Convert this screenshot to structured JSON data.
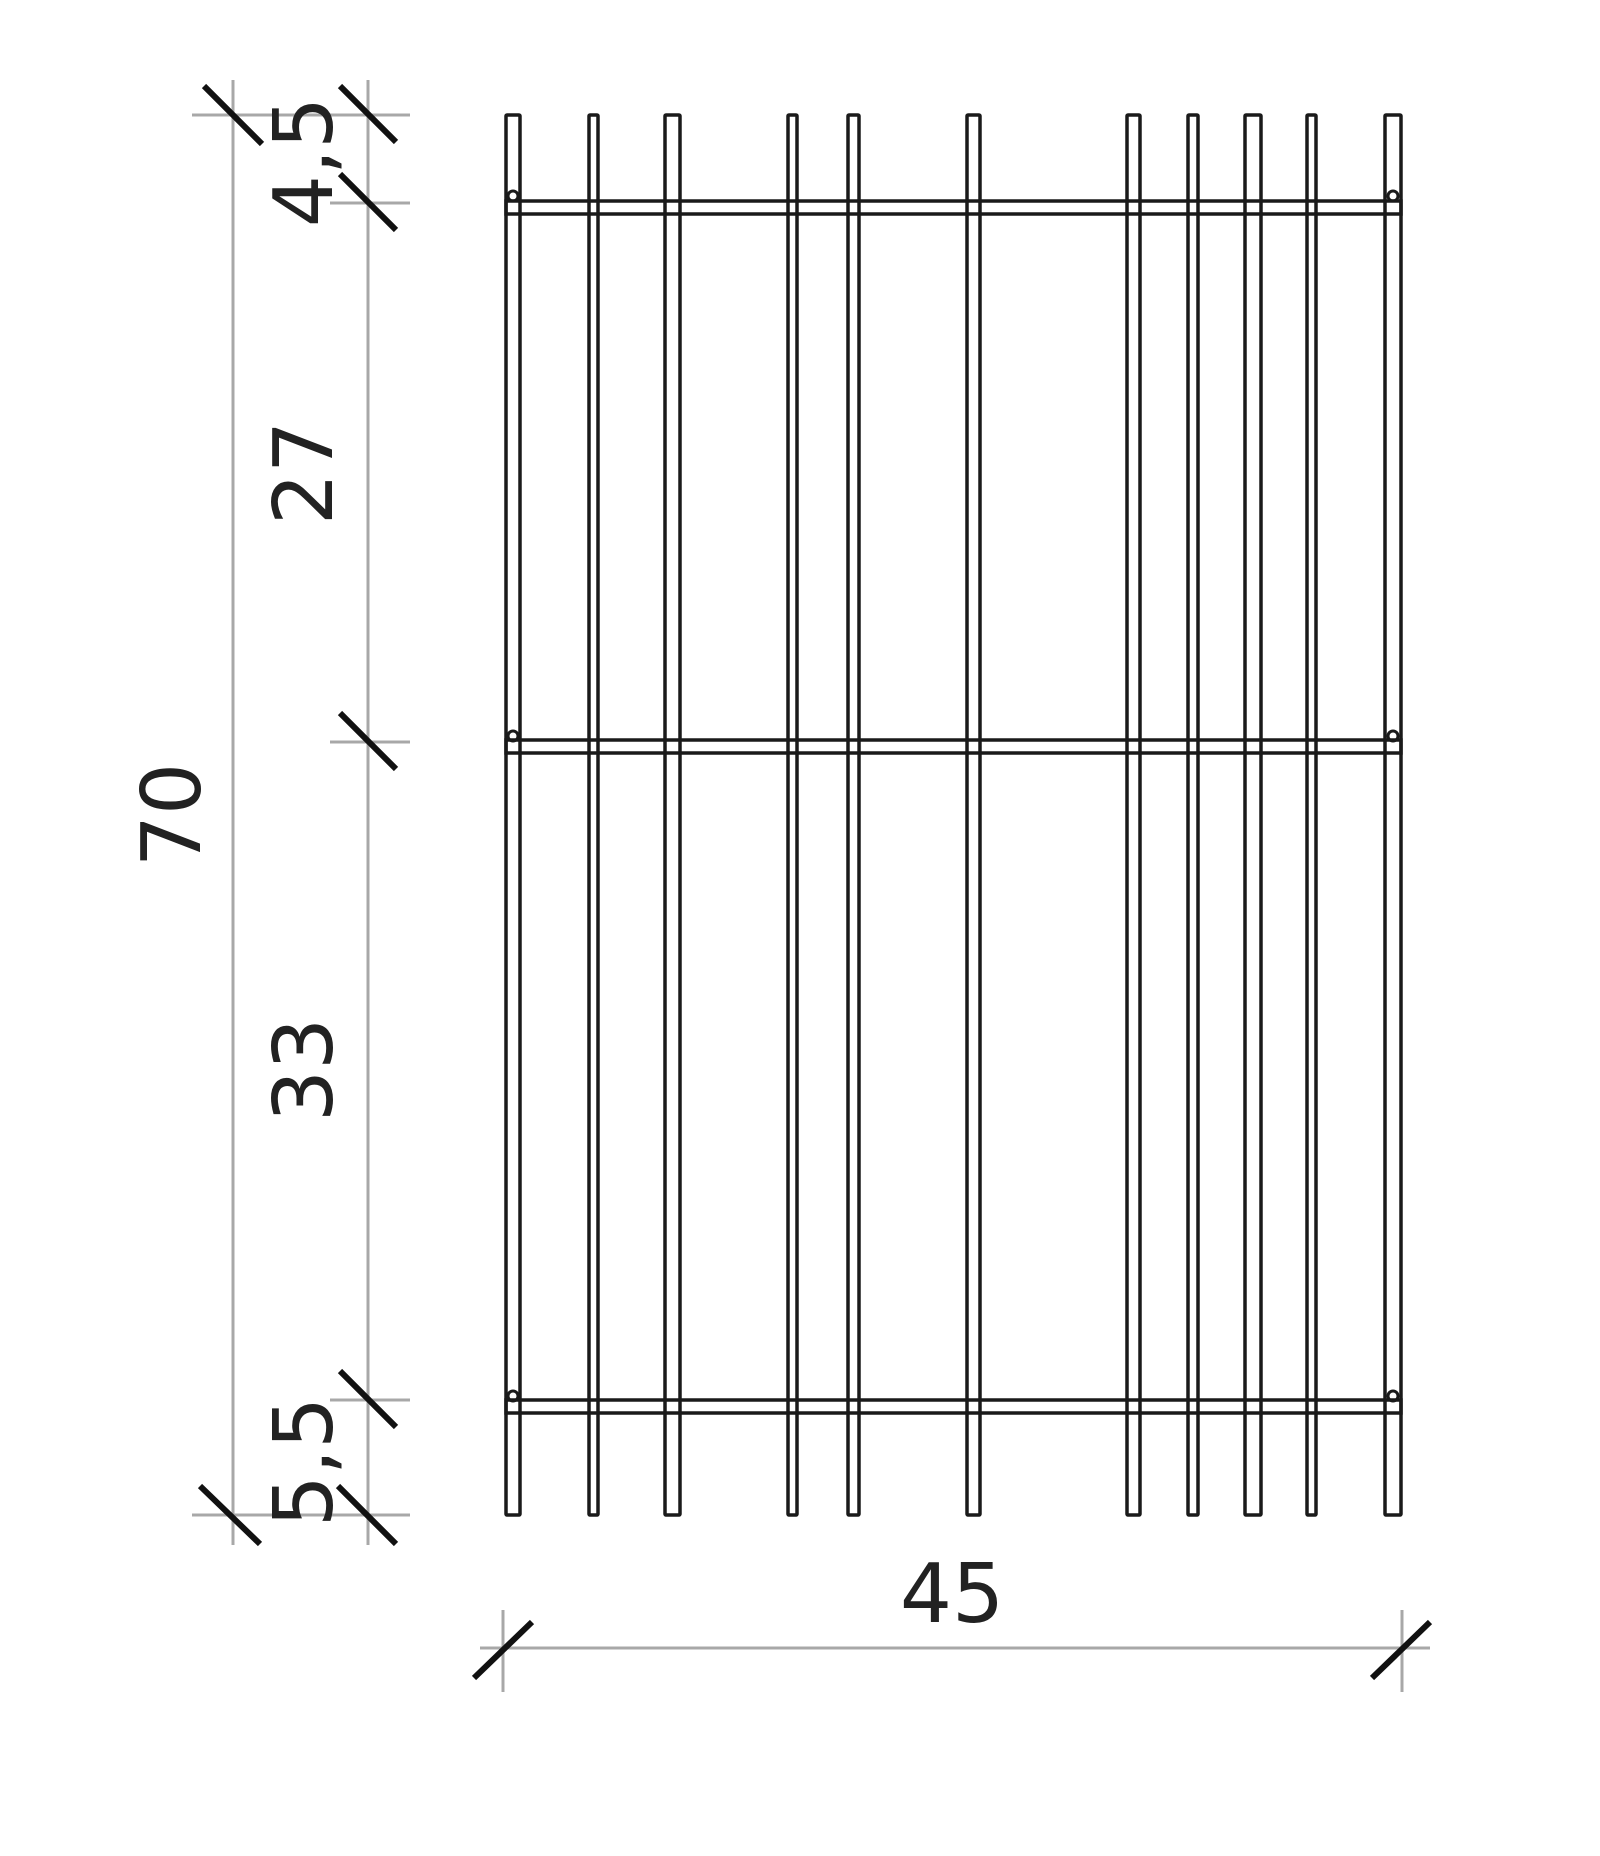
{
  "dimensions": {
    "total_height": "70",
    "top_segment": "4,5",
    "upper_segment": "27",
    "lower_segment": "33",
    "bottom_segment": "5,5",
    "width": "45"
  },
  "model": {
    "total_height": 70,
    "total_width": 45,
    "top_offset": 4.5,
    "middle_gap_upper": 27,
    "middle_gap_lower": 33,
    "bottom_offset": 5.5
  },
  "colors": {
    "rod": "#1a1a1a",
    "dimension_line": "#a8a8a8",
    "tick": "#111111",
    "text": "#222222"
  }
}
